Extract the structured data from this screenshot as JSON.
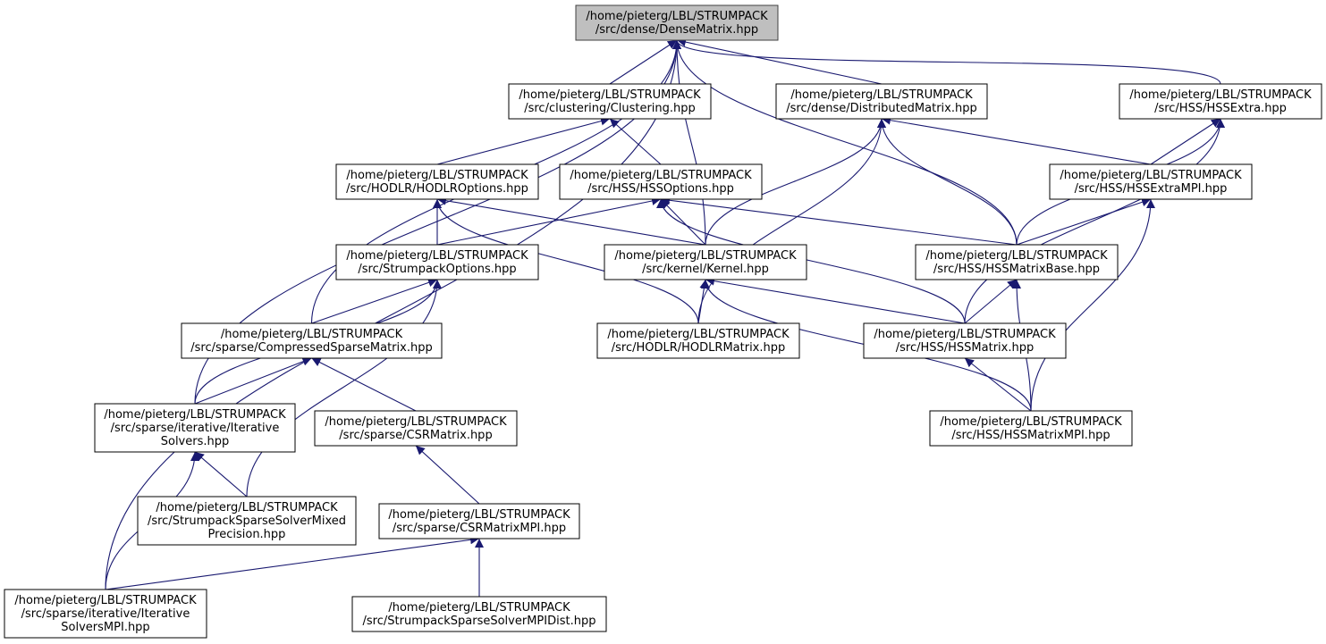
{
  "colors": {
    "edge": "#191970",
    "root_fill": "#bfbfbf",
    "node_fill": "#ffffff",
    "border": "#000000"
  },
  "nodes": [
    {
      "id": "dense_matrix",
      "lines": [
        "/home/pieterg/LBL/STRUMPACK",
        "/src/dense/DenseMatrix.hpp"
      ],
      "root": true
    },
    {
      "id": "clustering",
      "lines": [
        "/home/pieterg/LBL/STRUMPACK",
        "/src/clustering/Clustering.hpp"
      ]
    },
    {
      "id": "distributed_matrix",
      "lines": [
        "/home/pieterg/LBL/STRUMPACK",
        "/src/dense/DistributedMatrix.hpp"
      ]
    },
    {
      "id": "hss_extra",
      "lines": [
        "/home/pieterg/LBL/STRUMPACK",
        "/src/HSS/HSSExtra.hpp"
      ]
    },
    {
      "id": "hodlr_options",
      "lines": [
        "/home/pieterg/LBL/STRUMPACK",
        "/src/HODLR/HODLROptions.hpp"
      ]
    },
    {
      "id": "hss_options",
      "lines": [
        "/home/pieterg/LBL/STRUMPACK",
        "/src/HSS/HSSOptions.hpp"
      ]
    },
    {
      "id": "hss_extra_mpi",
      "lines": [
        "/home/pieterg/LBL/STRUMPACK",
        "/src/HSS/HSSExtraMPI.hpp"
      ]
    },
    {
      "id": "strumpack_options",
      "lines": [
        "/home/pieterg/LBL/STRUMPACK",
        "/src/StrumpackOptions.hpp"
      ]
    },
    {
      "id": "kernel",
      "lines": [
        "/home/pieterg/LBL/STRUMPACK",
        "/src/kernel/Kernel.hpp"
      ]
    },
    {
      "id": "hss_matrix_base",
      "lines": [
        "/home/pieterg/LBL/STRUMPACK",
        "/src/HSS/HSSMatrixBase.hpp"
      ]
    },
    {
      "id": "compressed_sparse_matrix",
      "lines": [
        "/home/pieterg/LBL/STRUMPACK",
        "/src/sparse/CompressedSparseMatrix.hpp"
      ]
    },
    {
      "id": "hodlr_matrix",
      "lines": [
        "/home/pieterg/LBL/STRUMPACK",
        "/src/HODLR/HODLRMatrix.hpp"
      ]
    },
    {
      "id": "hss_matrix",
      "lines": [
        "/home/pieterg/LBL/STRUMPACK",
        "/src/HSS/HSSMatrix.hpp"
      ]
    },
    {
      "id": "iterative_solvers",
      "lines": [
        "/home/pieterg/LBL/STRUMPACK",
        "/src/sparse/iterative/Iterative",
        "Solvers.hpp"
      ]
    },
    {
      "id": "csr_matrix",
      "lines": [
        "/home/pieterg/LBL/STRUMPACK",
        "/src/sparse/CSRMatrix.hpp"
      ]
    },
    {
      "id": "hss_matrix_mpi",
      "lines": [
        "/home/pieterg/LBL/STRUMPACK",
        "/src/HSS/HSSMatrixMPI.hpp"
      ]
    },
    {
      "id": "mixed_precision",
      "lines": [
        "/home/pieterg/LBL/STRUMPACK",
        "/src/StrumpackSparseSolverMixed",
        "Precision.hpp"
      ]
    },
    {
      "id": "csr_matrix_mpi",
      "lines": [
        "/home/pieterg/LBL/STRUMPACK",
        "/src/sparse/CSRMatrixMPI.hpp"
      ]
    },
    {
      "id": "iterative_solvers_mpi",
      "lines": [
        "/home/pieterg/LBL/STRUMPACK",
        "/src/sparse/iterative/Iterative",
        "SolversMPI.hpp"
      ]
    },
    {
      "id": "mpi_dist",
      "lines": [
        "/home/pieterg/LBL/STRUMPACK",
        "/src/StrumpackSparseSolverMPIDist.hpp"
      ]
    }
  ],
  "edges": [
    {
      "from": "clustering",
      "to": "dense_matrix"
    },
    {
      "from": "kernel",
      "to": "dense_matrix"
    },
    {
      "from": "distributed_matrix",
      "to": "dense_matrix"
    },
    {
      "from": "hss_matrix_base",
      "to": "dense_matrix"
    },
    {
      "from": "hss_extra",
      "to": "dense_matrix"
    },
    {
      "from": "compressed_sparse_matrix",
      "to": "dense_matrix"
    },
    {
      "from": "iterative_solvers",
      "to": "dense_matrix"
    },
    {
      "from": "iterative_solvers_mpi",
      "to": "dense_matrix"
    },
    {
      "from": "hodlr_options",
      "to": "clustering"
    },
    {
      "from": "hss_options",
      "to": "clustering"
    },
    {
      "from": "kernel",
      "to": "distributed_matrix"
    },
    {
      "from": "hodlr_matrix",
      "to": "distributed_matrix"
    },
    {
      "from": "hss_matrix_base",
      "to": "distributed_matrix"
    },
    {
      "from": "hss_extra_mpi",
      "to": "distributed_matrix"
    },
    {
      "from": "hss_extra_mpi",
      "to": "hss_extra"
    },
    {
      "from": "hss_matrix_base",
      "to": "hss_extra"
    },
    {
      "from": "hss_matrix",
      "to": "hss_extra"
    },
    {
      "from": "strumpack_options",
      "to": "hodlr_options"
    },
    {
      "from": "kernel",
      "to": "hodlr_options"
    },
    {
      "from": "hodlr_matrix",
      "to": "hodlr_options"
    },
    {
      "from": "strumpack_options",
      "to": "hss_options"
    },
    {
      "from": "kernel",
      "to": "hss_options"
    },
    {
      "from": "hss_matrix_base",
      "to": "hss_options"
    },
    {
      "from": "hss_matrix",
      "to": "hss_options"
    },
    {
      "from": "hss_matrix_base",
      "to": "hss_extra_mpi"
    },
    {
      "from": "hss_matrix_mpi",
      "to": "hss_extra_mpi"
    },
    {
      "from": "compressed_sparse_matrix",
      "to": "strumpack_options"
    },
    {
      "from": "iterative_solvers",
      "to": "strumpack_options"
    },
    {
      "from": "mixed_precision",
      "to": "strumpack_options"
    },
    {
      "from": "hodlr_matrix",
      "to": "kernel"
    },
    {
      "from": "hss_matrix",
      "to": "kernel"
    },
    {
      "from": "hss_matrix_mpi",
      "to": "kernel"
    },
    {
      "from": "hss_matrix",
      "to": "hss_matrix_base"
    },
    {
      "from": "hss_matrix_mpi",
      "to": "hss_matrix_base"
    },
    {
      "from": "iterative_solvers",
      "to": "compressed_sparse_matrix"
    },
    {
      "from": "csr_matrix",
      "to": "compressed_sparse_matrix"
    },
    {
      "from": "hss_matrix_mpi",
      "to": "hss_matrix"
    },
    {
      "from": "mixed_precision",
      "to": "iterative_solvers"
    },
    {
      "from": "iterative_solvers_mpi",
      "to": "iterative_solvers"
    },
    {
      "from": "csr_matrix_mpi",
      "to": "csr_matrix"
    },
    {
      "from": "iterative_solvers_mpi",
      "to": "csr_matrix_mpi"
    },
    {
      "from": "mpi_dist",
      "to": "csr_matrix_mpi"
    }
  ]
}
